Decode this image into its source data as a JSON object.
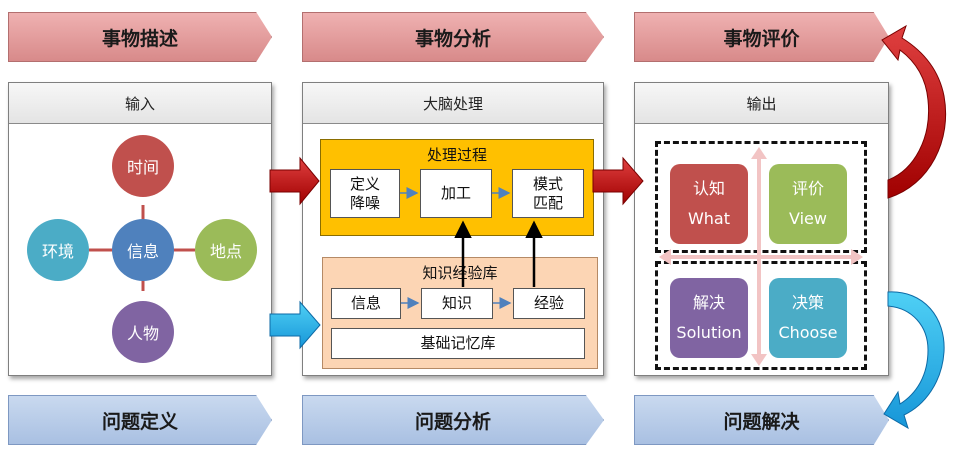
{
  "top_stages": [
    "事物描述",
    "事物分析",
    "事物评价"
  ],
  "bottom_stages": [
    "问题定义",
    "问题分析",
    "问题解决"
  ],
  "input_panel": {
    "title": "输入",
    "center": "信息",
    "nodes": {
      "top": "时间",
      "left": "环境",
      "right": "地点",
      "bottom": "人物"
    }
  },
  "brain_panel": {
    "title": "大脑处理",
    "process": {
      "title": "处理过程",
      "boxes": [
        "定义\n降噪",
        "加工",
        "模式\n匹配"
      ]
    },
    "knowledge": {
      "title": "知识经验库",
      "boxes": [
        "信息",
        "知识",
        "经验"
      ],
      "base": "基础记忆库"
    }
  },
  "output_panel": {
    "title": "输出",
    "quadrants": [
      {
        "cn": "认知",
        "en": "What",
        "color": "#c0504d"
      },
      {
        "cn": "评价",
        "en": "View",
        "color": "#9bbb59"
      },
      {
        "cn": "解决",
        "en": "Solution",
        "color": "#8064a2"
      },
      {
        "cn": "决策",
        "en": "Choose",
        "color": "#4bacc6"
      }
    ]
  },
  "colors": {
    "process_bg": "#ffc000",
    "knowledge_bg": "#fcd5b4",
    "arrow_red": "#c00000",
    "arrow_blue": "#1f7fd0",
    "circle_center": "#4f81bd",
    "circle_time": "#c0504d",
    "circle_env": "#4bacc6",
    "circle_place": "#9bbb59",
    "circle_person": "#8064a2"
  }
}
